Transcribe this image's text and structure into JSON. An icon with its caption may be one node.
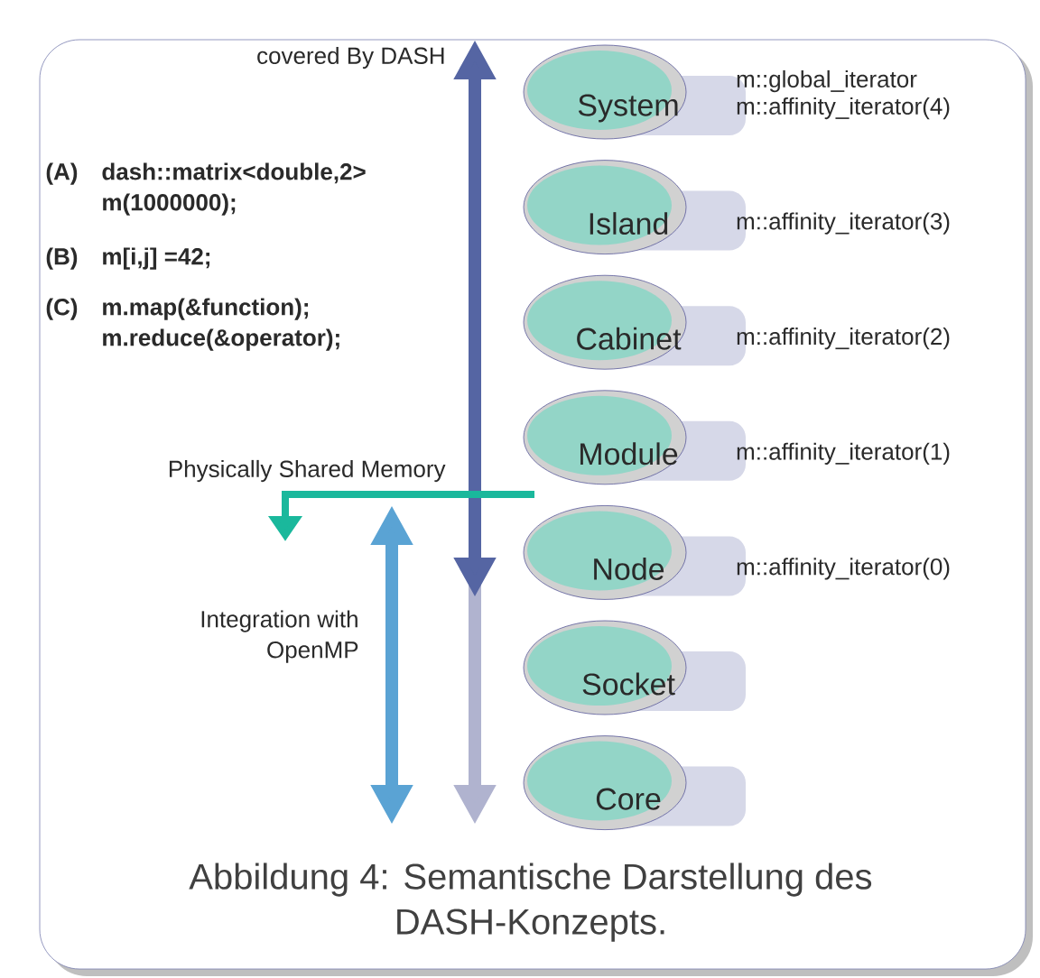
{
  "diagram": {
    "caption": "Abbildung 4: Semantische Darstellung des DASH-Konzepts.",
    "nodes": [
      {
        "text": [
          "System"
        ],
        "beside": [
          "m::global_iterator",
          "m::affinity_iterator(4)"
        ]
      },
      {
        "text": [
          "Island"
        ],
        "beside": [
          "m::affinity_iterator(3)"
        ]
      },
      {
        "text": [
          "Cabinet"
        ],
        "beside": [
          "m::affinity_iterator(2)"
        ]
      },
      {
        "text": [
          "Module"
        ],
        "beside": [
          "m::affinity_iterator(1)"
        ]
      },
      {
        "text": [
          "Node"
        ],
        "beside": [
          "m::affinity_iterator(0)"
        ]
      },
      {
        "text": [
          "Socket"
        ]
      },
      {
        "text": [
          "Core"
        ]
      }
    ],
    "labels": [
      "covered By DASH",
      "(A)",
      "dash::matrix<double,2> m(1000000);",
      "(B)",
      "m[i,j] =42;",
      "(C)",
      "m.map(&function); m.reduce(&operator);",
      "Physically Shared Memory",
      "Integration with OpenMP"
    ]
  }
}
